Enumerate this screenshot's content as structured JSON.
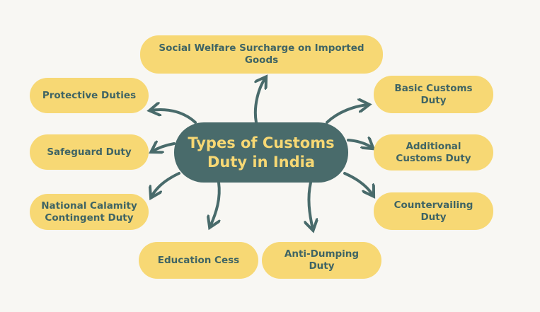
{
  "title": "Types of Customs Duty in India",
  "types": [
    "Social Welfare Surcharge on Imported Goods",
    "Protective Duties",
    "Basic Customs Duty",
    "Safeguard Duty",
    "Additional Customs Duty",
    "National Calamity Contingent Duty",
    "Countervailing Duty",
    "Education Cess",
    "Anti-Dumping Duty"
  ],
  "colors": {
    "background": "#f8f7f3",
    "center": "#496b6b",
    "pill": "#f7d874",
    "text": "#3f6464"
  }
}
